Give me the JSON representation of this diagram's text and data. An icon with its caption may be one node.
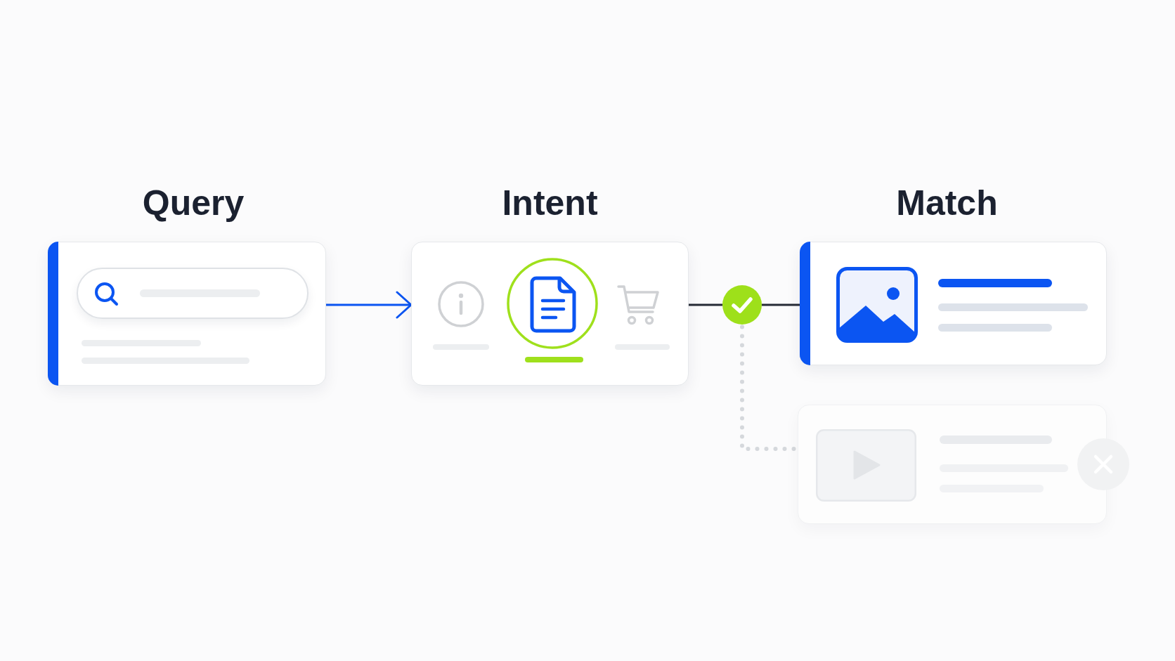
{
  "diagram": {
    "nodes": [
      {
        "text": [
          "Query"
        ]
      },
      {
        "text": [
          "Intent"
        ]
      },
      {
        "text": [],
        "shape": "circle"
      },
      {
        "text": [
          "Match"
        ]
      },
      {
        "text": [],
        "shape": "box"
      }
    ],
    "edges": [
      {
        "from": 0,
        "to": 1,
        "arrow": "to",
        "color": "#0b55f2"
      },
      {
        "from": 1,
        "to": 2,
        "arrow": "none"
      },
      {
        "from": 2,
        "to": 3,
        "arrow": "none"
      },
      {
        "from": 2,
        "to": 4,
        "arrow": "none",
        "style": "dashed",
        "color": "#d5d8dc"
      }
    ]
  }
}
